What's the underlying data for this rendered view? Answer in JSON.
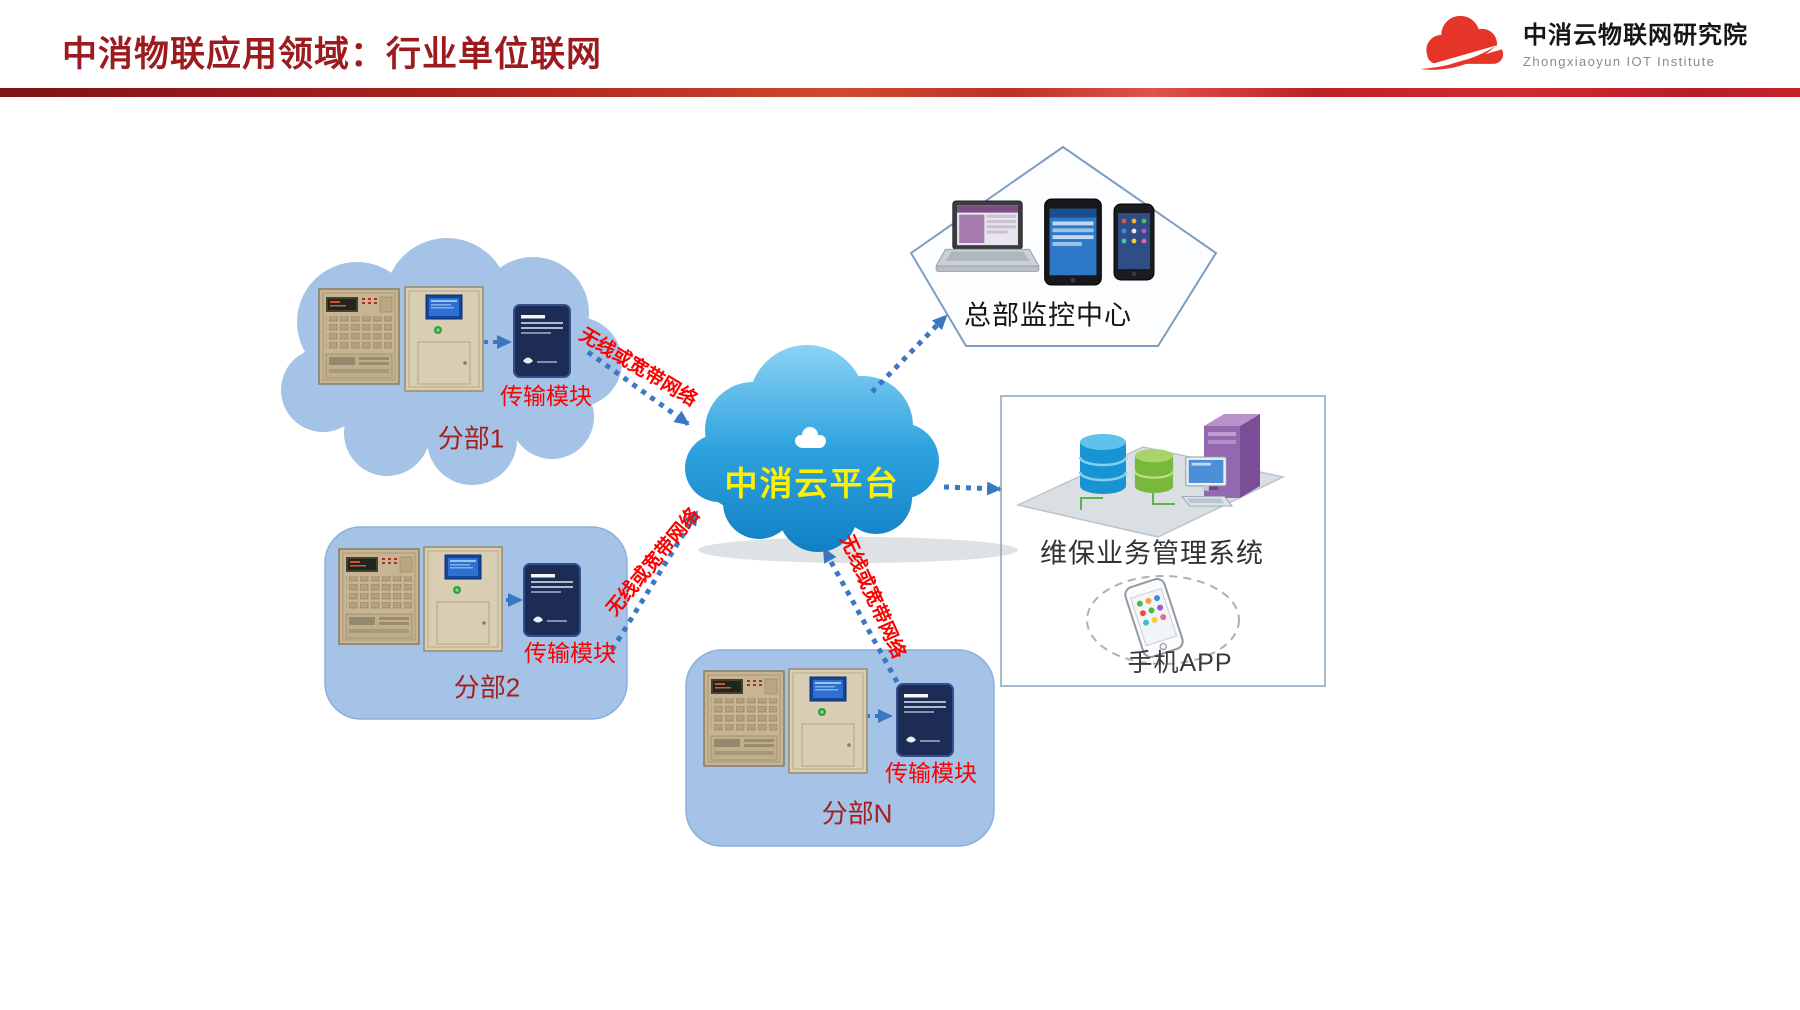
{
  "header": {
    "title": "中消物联应用领域：行业单位联网",
    "logo_cn": "中消云物联网研究院",
    "logo_en": "Zhongxiaoyun IOT Institute"
  },
  "diagram": {
    "platform_label": "中消云平台",
    "hq_label": "总部监控中心",
    "maintenance_label": "维保业务管理系统",
    "app_label": "手机APP",
    "network_label": "无线或宽带网络",
    "module_label": "传输模块",
    "branches": [
      {
        "label": "分部1"
      },
      {
        "label": "分部2"
      },
      {
        "label": "分部N"
      }
    ]
  },
  "colors": {
    "title_red": "#9C1B1F",
    "label_red": "#FF0000",
    "branch_label_red": "#A3201F",
    "branch_fill_blue": "#A5C3E6",
    "cloud_blue": "#2FA3DE",
    "platform_text_yellow": "#FFF100",
    "arrow_blue": "#3B78C3",
    "logo_red": "#E53528"
  }
}
